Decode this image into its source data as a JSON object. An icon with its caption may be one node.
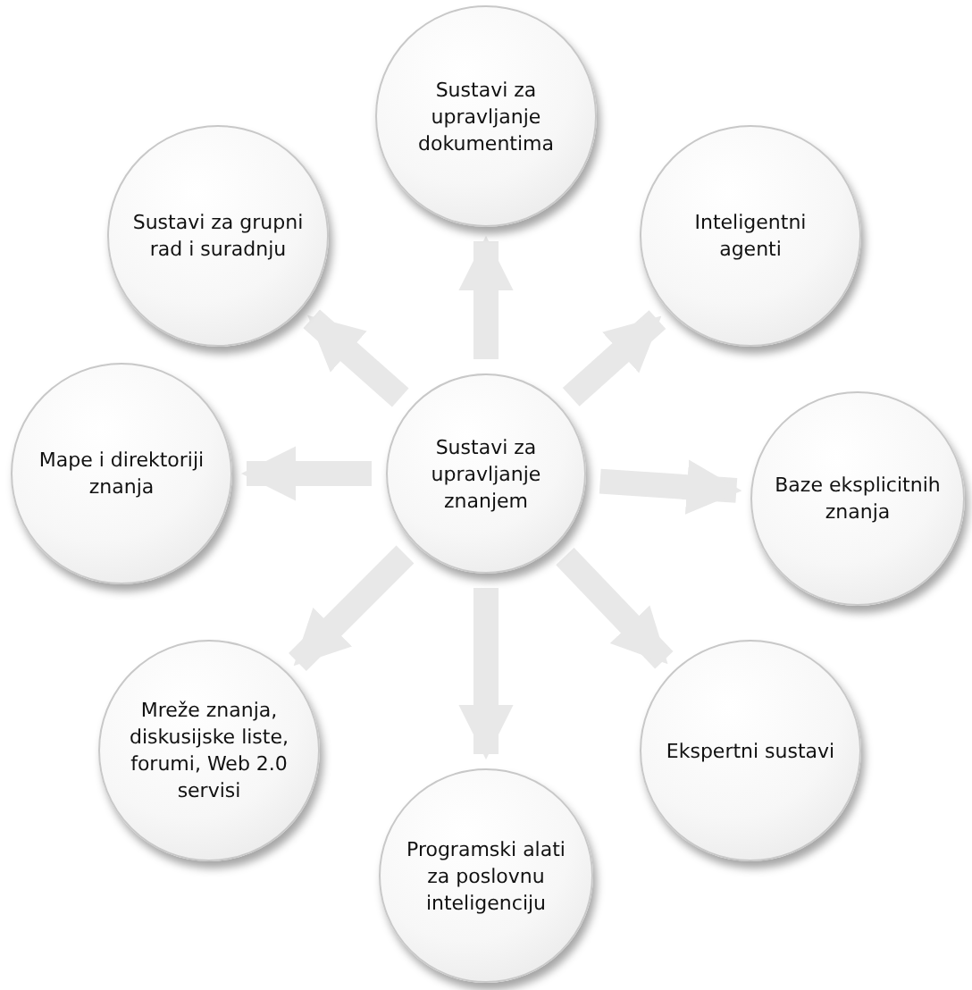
{
  "diagram": {
    "nodes": [
      {
        "text": [
          "Sustavi za upravljanje znanjem"
        ]
      },
      {
        "text": [
          "Sustavi za upravljanje dokumentima"
        ]
      },
      {
        "text": [
          "Inteligentni agenti"
        ]
      },
      {
        "text": [
          "Baze eksplicitnih znanja"
        ]
      },
      {
        "text": [
          "Ekspertni sustavi"
        ]
      },
      {
        "text": [
          "Programski alati za poslovnu inteligenciju"
        ]
      },
      {
        "text": [
          "Mreže znanja, diskusijske liste, forumi, Web 2.0 servisi"
        ]
      },
      {
        "text": [
          "Mape i direktoriji znanja"
        ]
      },
      {
        "text": [
          "Sustavi za grupni rad i suradnju"
        ]
      }
    ],
    "edges": [
      {
        "from": 0,
        "to": 1,
        "arrow": "to"
      },
      {
        "from": 0,
        "to": 2,
        "arrow": "to"
      },
      {
        "from": 0,
        "to": 3,
        "arrow": "to"
      },
      {
        "from": 0,
        "to": 4,
        "arrow": "to"
      },
      {
        "from": 0,
        "to": 5,
        "arrow": "to"
      },
      {
        "from": 0,
        "to": 6,
        "arrow": "to"
      },
      {
        "from": 0,
        "to": 7,
        "arrow": "to"
      },
      {
        "from": 0,
        "to": 8,
        "arrow": "to"
      }
    ]
  }
}
